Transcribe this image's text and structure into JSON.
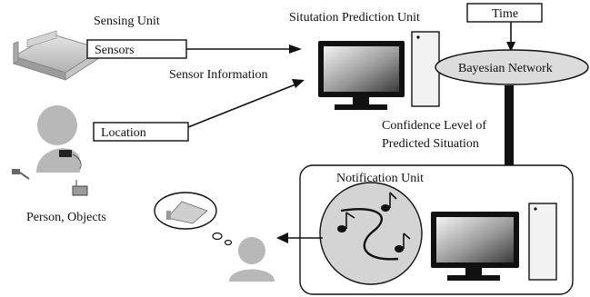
{
  "labels": {
    "sensing_unit": "Sensing Unit",
    "sensors": "Sensors",
    "sensor_information": "Sensor Information",
    "location": "Location",
    "person_objects": "Person, Objects",
    "situation_prediction_unit": "Situtation Prediction Unit",
    "time": "Time",
    "bayesian_network": "Bayesian Network",
    "confidence_line1": "Confidence Level of",
    "confidence_line2": "Predicted Situation",
    "notification_unit": "Notification Unit"
  },
  "icons": {
    "bed": "bed-icon",
    "person": "person-icon",
    "tag": "tag-icon",
    "sensor_device": "sensor-device-icon",
    "computer_top": "computer-icon",
    "computer_bottom": "computer-icon",
    "speaker": "speaker-icon",
    "thought": "thought-bubble-icon",
    "listener": "person-icon"
  },
  "colors": {
    "stroke": "#111111",
    "gray_figure": "#b8b8b8",
    "ellipse_fill": "#dcdcdc",
    "speaker_fill": "#d4d4d4"
  }
}
